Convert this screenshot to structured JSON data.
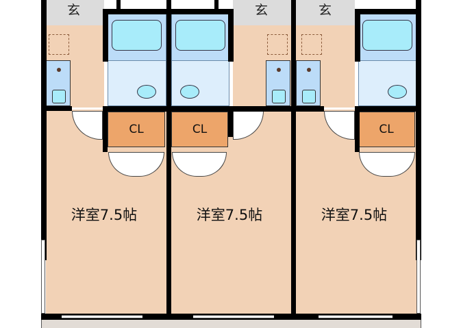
{
  "units": [
    {
      "room_label": "洋室7.5帖",
      "closet_label": "CL",
      "entrance_label": "玄"
    },
    {
      "room_label": "洋室7.5帖",
      "closet_label": "CL",
      "entrance_label": "玄"
    },
    {
      "room_label": "洋室7.5帖",
      "closet_label": "CL",
      "entrance_label": "玄"
    }
  ],
  "colors": {
    "room": "#f2d2b6",
    "closet": "#eda56a",
    "bath": "#bcdcf8",
    "entrance": "#dcdcdc"
  }
}
